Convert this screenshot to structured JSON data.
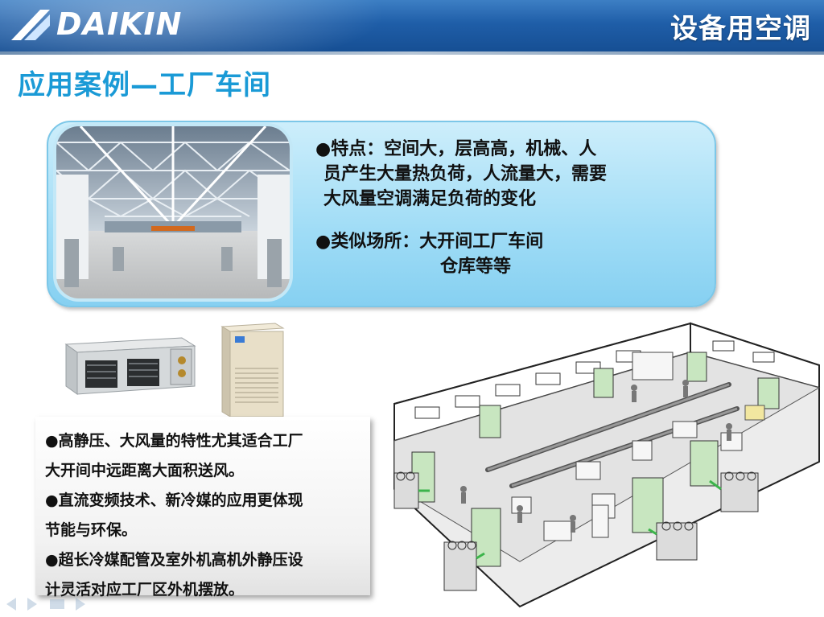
{
  "header": {
    "brand": "DAIKIN",
    "title": "设备用空调",
    "colors": {
      "bar": "#1f5ea8",
      "logo_mark": "#ffffff"
    }
  },
  "page": {
    "title": "应用案例—工厂车间",
    "title_color": "#1a9ad6"
  },
  "feature_card": {
    "photo_icon": "factory-interior-photo",
    "features_line1": "●特点：空间大，层高高，机械、人",
    "features_line2": "员产生大量热负荷，人流量大，需要",
    "features_line3": "大风量空调满足负荷的变化",
    "places_line1": "●类似场所：大开间工厂车间",
    "places_line2": "仓库等等",
    "accent": "#9fdcf6"
  },
  "products": {
    "duct_icon": "ducted-indoor-unit-image",
    "cabinet_icon": "cabinet-air-conditioner-image"
  },
  "benefits": [
    {
      "line1": "●高静压、大风量的特性尤其适合工厂",
      "line2": "大开间中远距离大面积送风。"
    },
    {
      "line1": "●直流变频技术、新冷媒的应用更体现",
      "line2": "节能与环保。"
    },
    {
      "line1": "●超长冷媒配管及室外机高机外静压设",
      "line2": "计灵活对应工厂区外机摆放。"
    }
  ],
  "diagram": {
    "icon": "factory-floor-layout-illustration",
    "unit_color": "#c8e6c0"
  },
  "nav": {
    "icon": "slide-nav-arrows-icon"
  }
}
